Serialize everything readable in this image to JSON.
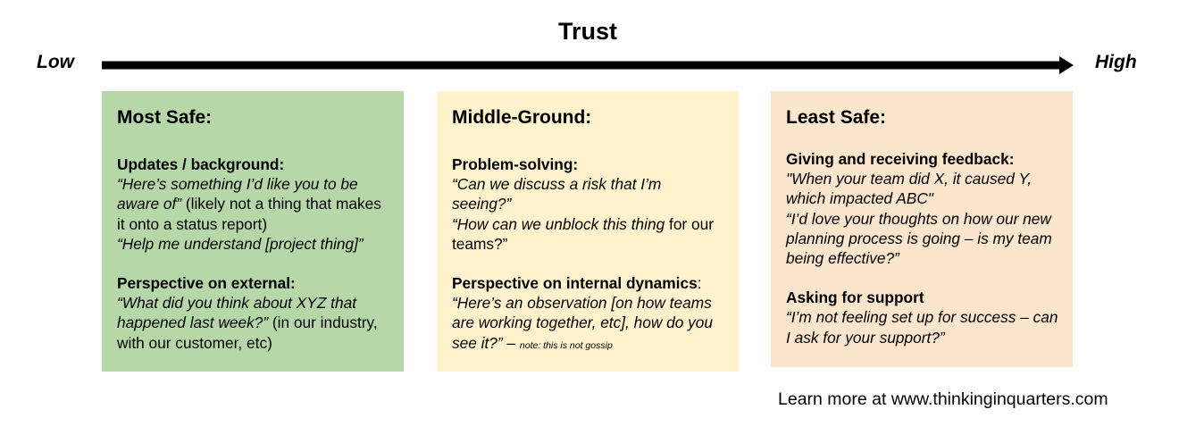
{
  "title": "Trust",
  "axis": {
    "low": "Low",
    "high": "High"
  },
  "colors": {
    "most_safe": "#b6d7a8",
    "middle_ground": "#fff2cc",
    "least_safe": "#fce5cd",
    "arrow": "#000000"
  },
  "icons": {
    "axis_arrow": "arrow-right-icon"
  },
  "boxes": {
    "most_safe": {
      "heading": "Most Safe:",
      "s1": {
        "title": "Updates / background:",
        "q1": "“Here’s something I’d like you to be aware of”",
        "t1": " (likely not a thing that makes it onto a status report)",
        "q2": "“Help me understand [project thing]”"
      },
      "s2": {
        "title": "Perspective on external:",
        "q1": "“What did you think about XYZ that happened last week?”",
        "t1": " (in our industry, with our customer, etc)"
      }
    },
    "middle_ground": {
      "heading": "Middle-Ground:",
      "s1": {
        "title": "Problem-solving:",
        "q1": "“Can we discuss a risk that I’m seeing?”",
        "q2": "“How can we unblock this thing",
        "t2": " for our teams?”"
      },
      "s2": {
        "title": "Perspective on internal dynamics",
        "title_suffix": ":",
        "q1": "“Here’s an observation [on how teams are working together, etc], how do you see it?”",
        "t1": " – ",
        "note": "note: this is not gossip"
      }
    },
    "least_safe": {
      "heading": "Least Safe:",
      "s1": {
        "title": "Giving and receiving feedback:",
        "q1": "\"When your team did X, it caused Y, which impacted ABC\"",
        "q2": "“I’d love your thoughts on how our new planning process is going – is my team being effective?”"
      },
      "s2": {
        "title": "Asking for support",
        "q1": "“I’m not feeling set up for success – can I ask for your support?”"
      }
    }
  },
  "footer": "Learn more at www.thinkinginquarters.com"
}
